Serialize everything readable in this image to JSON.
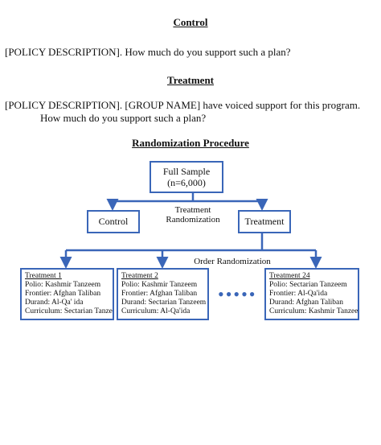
{
  "control_heading": "Control",
  "control_text": "[POLICY DESCRIPTION]. How much do you support such a plan?",
  "treatment_heading": "Treatment",
  "treatment_text_line1": "[POLICY DESCRIPTION]. [GROUP NAME] have voiced support for this program.",
  "treatment_text_line2": "How much do you support such a plan?",
  "procedure_heading": "Randomization Procedure",
  "full_sample": {
    "line1": "Full Sample",
    "line2": "(n=6,000)"
  },
  "treatment_randomization": {
    "line1": "Treatment",
    "line2": "Randomization"
  },
  "control_box": "Control",
  "treatment_box": "Treatment",
  "order_randomization": "Order Randomization",
  "ellipsis": "•••••",
  "treatments": [
    {
      "name": "Treatment 1",
      "polio": "Polio: Kashmir Tanzeem",
      "frontier": "Frontier: Afghan Taliban",
      "durand": "Durand: Al-Qa' ida",
      "curriculum": "Curriculum: Sectarian Tanzeem"
    },
    {
      "name": "Treatment 2",
      "polio": "Polio: Kashmir Tanzeem",
      "frontier": "Frontier: Afghan Taliban",
      "durand": "Durand: Sectarian Tanzeem",
      "curriculum": "Curriculum: Al-Qa'ida"
    },
    {
      "name": "Treatment 24",
      "polio": "Polio: Sectarian Tanzeem",
      "frontier": "Frontier: Al-Qa'ida",
      "durand": "Durand: Afghan Taliban",
      "curriculum": "Curriculum: Kashmir Tanzeem"
    }
  ],
  "colors": {
    "accent": "#3a66b8"
  }
}
